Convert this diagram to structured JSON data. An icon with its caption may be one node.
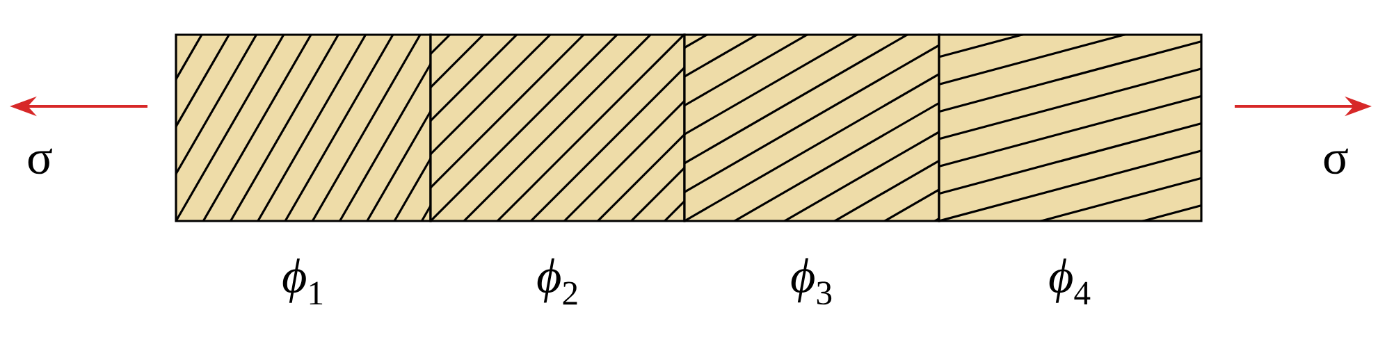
{
  "diagram": {
    "labels": [
      "σ",
      "σ",
      "*ϕ*$_{1}$",
      "*ϕ*$_{2}$",
      "*ϕ*$_{3}$",
      "*ϕ*$_{4}$"
    ]
  }
}
